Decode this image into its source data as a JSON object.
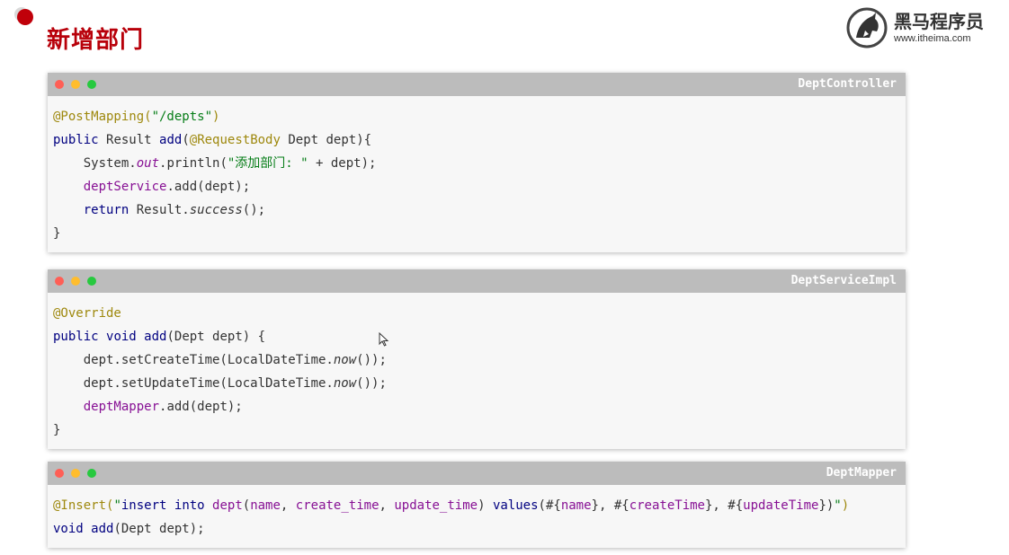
{
  "page": {
    "title": "新增部门"
  },
  "logo": {
    "name": "黑马程序员",
    "url": "www.itheima.com"
  },
  "windows": [
    {
      "title": "DeptController",
      "lines": [
        [
          {
            "t": "@PostMapping(",
            "c": "anno"
          },
          {
            "t": "\"/depts\"",
            "c": "str"
          },
          {
            "t": ")",
            "c": "anno"
          }
        ],
        [
          {
            "t": "public ",
            "c": "kw"
          },
          {
            "t": "Result "
          },
          {
            "t": "add",
            "c": "kw"
          },
          {
            "t": "("
          },
          {
            "t": "@RequestBody ",
            "c": "anno"
          },
          {
            "t": "Dept dept){"
          }
        ],
        [
          {
            "t": "    System."
          },
          {
            "t": "out",
            "c": "fld it"
          },
          {
            "t": ".println("
          },
          {
            "t": "\"添加部门: \"",
            "c": "str"
          },
          {
            "t": " + dept);"
          }
        ],
        [
          {
            "t": "    "
          },
          {
            "t": "deptService",
            "c": "fld"
          },
          {
            "t": ".add(dept);"
          }
        ],
        [
          {
            "t": "    "
          },
          {
            "t": "return ",
            "c": "kw"
          },
          {
            "t": "Result."
          },
          {
            "t": "success",
            "c": "it"
          },
          {
            "t": "();"
          }
        ],
        [
          {
            "t": "}"
          }
        ]
      ]
    },
    {
      "title": "DeptServiceImpl",
      "lines": [
        [
          {
            "t": "@Override",
            "c": "anno"
          }
        ],
        [
          {
            "t": "public ",
            "c": "kw"
          },
          {
            "t": "void ",
            "c": "kw"
          },
          {
            "t": "add",
            "c": "kw"
          },
          {
            "t": "(Dept dept) {"
          }
        ],
        [
          {
            "t": "    dept.setCreateTime(LocalDateTime."
          },
          {
            "t": "now",
            "c": "it"
          },
          {
            "t": "());"
          }
        ],
        [
          {
            "t": "    dept.setUpdateTime(LocalDateTime."
          },
          {
            "t": "now",
            "c": "it"
          },
          {
            "t": "());"
          }
        ],
        [
          {
            "t": "    "
          },
          {
            "t": "deptMapper",
            "c": "fld"
          },
          {
            "t": ".add(dept);"
          }
        ],
        [
          {
            "t": "}"
          }
        ]
      ]
    },
    {
      "title": "DeptMapper",
      "lines": [
        [
          {
            "t": "@Insert(",
            "c": "anno"
          },
          {
            "t": "\"",
            "c": "str"
          },
          {
            "t": "insert ",
            "c": "kw"
          },
          {
            "t": "into ",
            "c": "kw"
          },
          {
            "t": "dept",
            "c": "fld"
          },
          {
            "t": "("
          },
          {
            "t": "name",
            "c": "fld"
          },
          {
            "t": ", "
          },
          {
            "t": "create_time",
            "c": "fld"
          },
          {
            "t": ", "
          },
          {
            "t": "update_time",
            "c": "fld"
          },
          {
            "t": ") "
          },
          {
            "t": "values",
            "c": "kw"
          },
          {
            "t": "(#{"
          },
          {
            "t": "name",
            "c": "fld"
          },
          {
            "t": "}, #{"
          },
          {
            "t": "createTime",
            "c": "fld"
          },
          {
            "t": "}, #{"
          },
          {
            "t": "updateTime",
            "c": "fld"
          },
          {
            "t": "})"
          },
          {
            "t": "\"",
            "c": "str"
          },
          {
            "t": ")",
            "c": "anno"
          }
        ],
        [
          {
            "t": "void ",
            "c": "kw"
          },
          {
            "t": "add",
            "c": "kw"
          },
          {
            "t": "(Dept dept);"
          }
        ]
      ]
    }
  ]
}
